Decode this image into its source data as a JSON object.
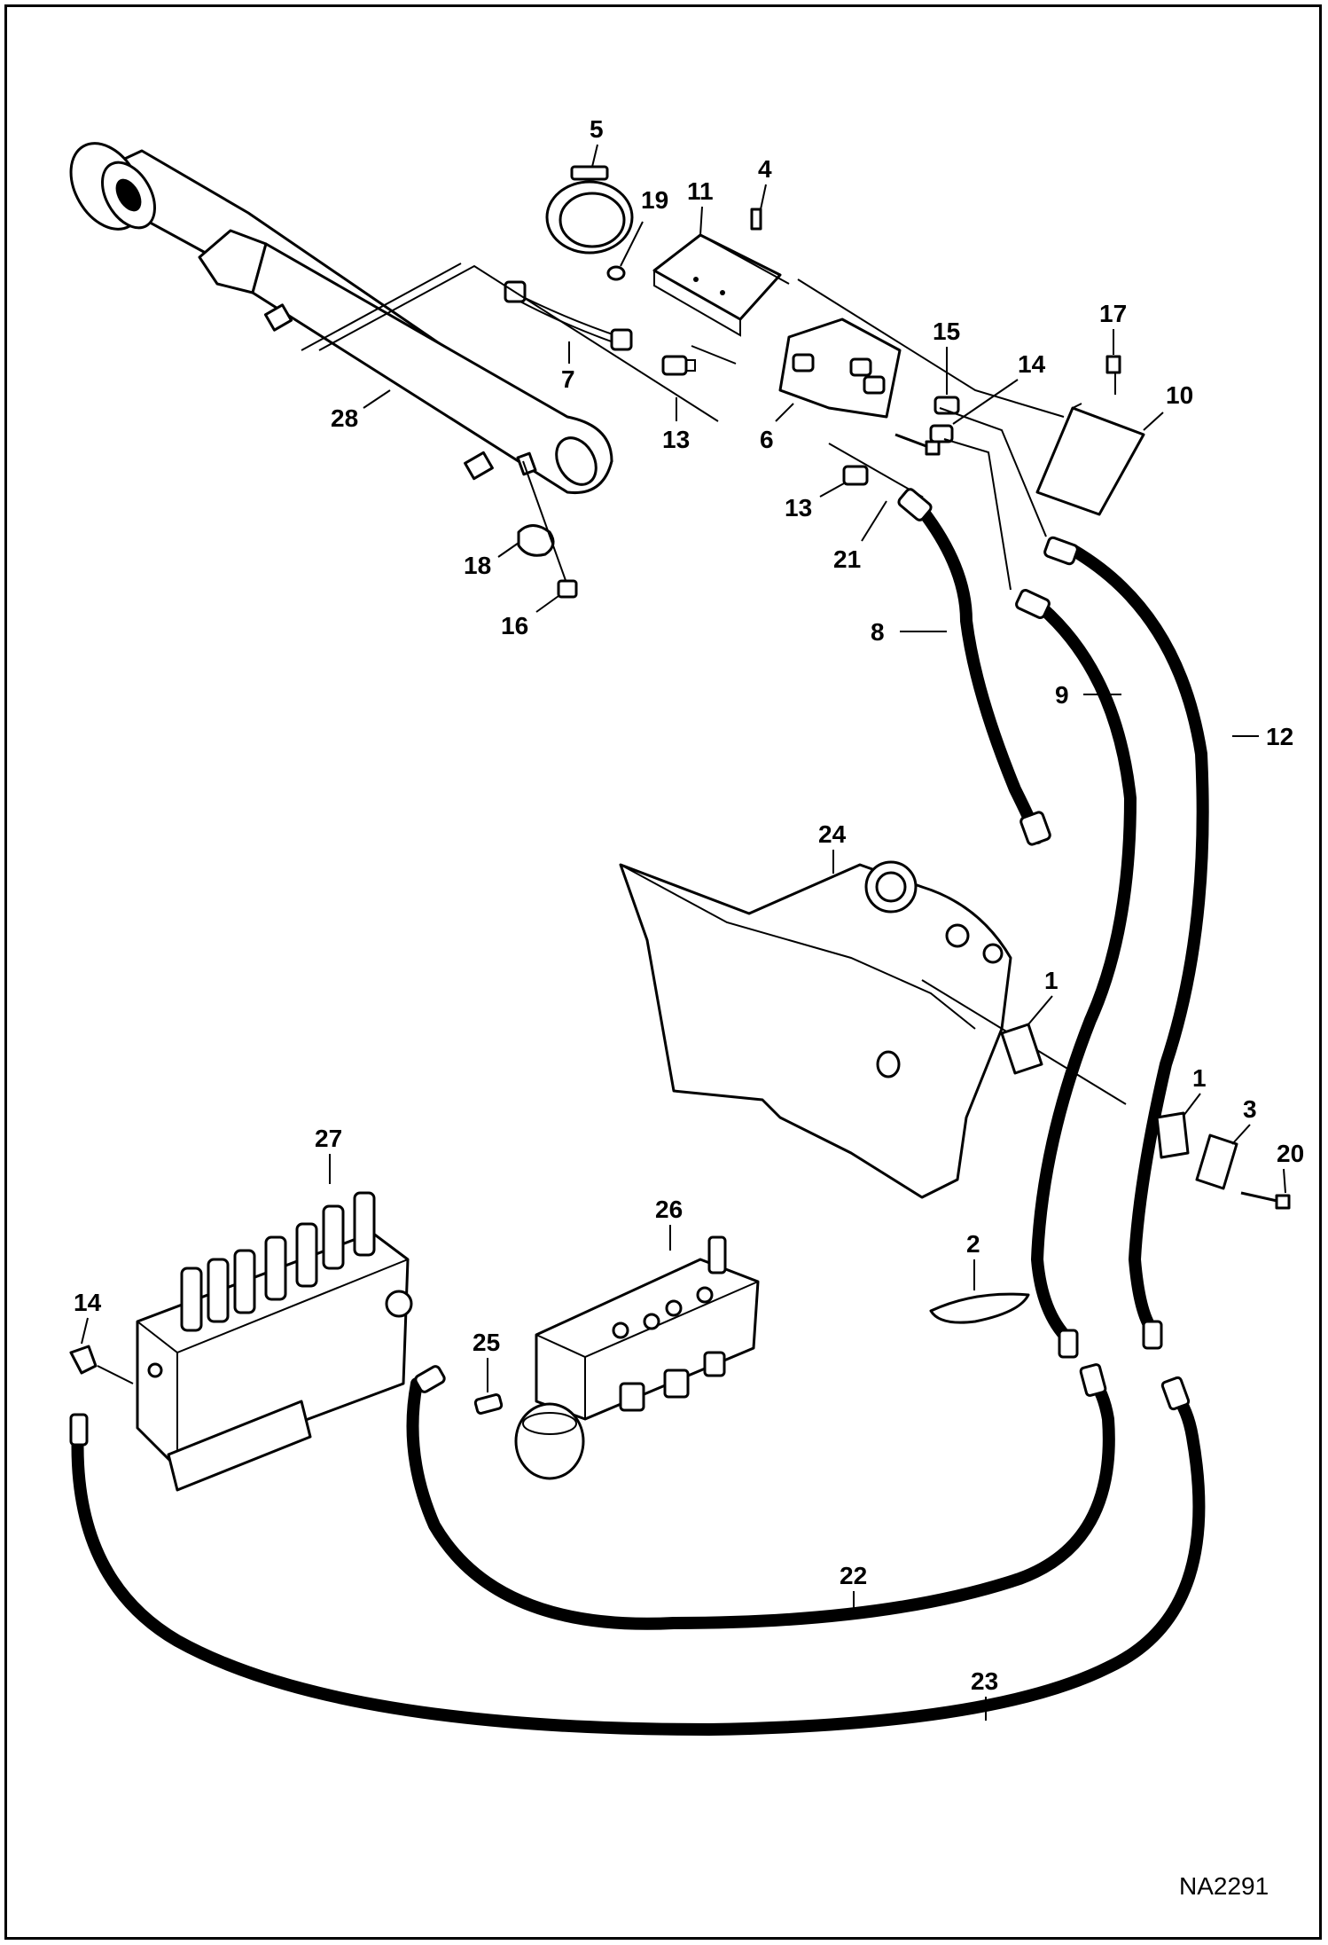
{
  "drawing": {
    "code": "NA2291",
    "callouts": [
      "1",
      "1",
      "2",
      "3",
      "4",
      "5",
      "6",
      "7",
      "8",
      "9",
      "10",
      "11",
      "12",
      "13",
      "13",
      "14",
      "14",
      "15",
      "16",
      "17",
      "18",
      "19",
      "20",
      "21",
      "22",
      "23",
      "24",
      "25",
      "26",
      "27",
      "28"
    ]
  }
}
